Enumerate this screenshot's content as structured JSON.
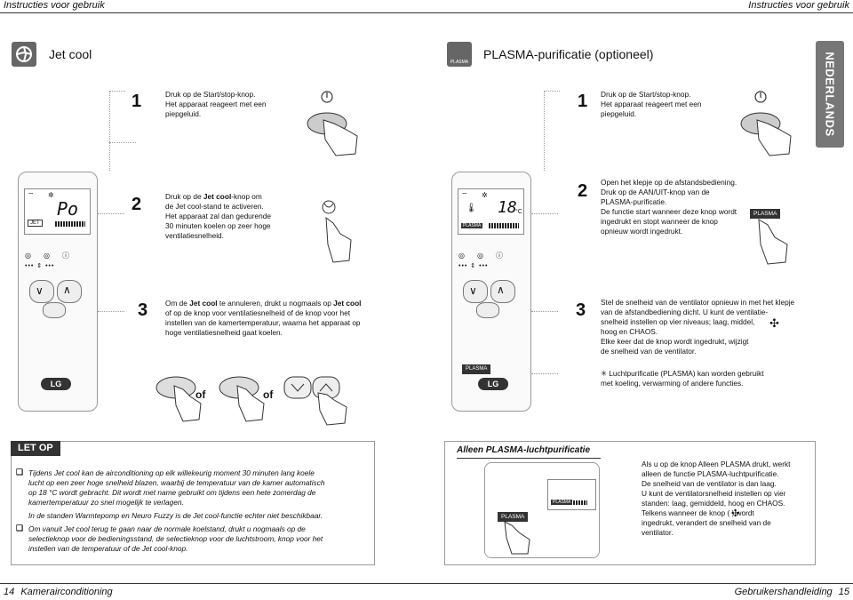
{
  "header": {
    "left": "Instructies voor gebruik",
    "right": "Instructies voor gebruik"
  },
  "side_tab": "NEDERLANDS",
  "jetcool": {
    "title": "Jet cool",
    "lcd_text": "Po",
    "lcd_tag": "JET",
    "step1_num": "1",
    "step1_lines": [
      "Druk op de Start/stop-knop.",
      "Het apparaat reageert met een",
      "piepgeluid."
    ],
    "step2_num": "2",
    "step2_line1_pre": "Druk op de ",
    "step2_line1_bold": "Jet cool",
    "step2_line1_post": "-knop om",
    "step2_lines": [
      "de Jet cool-stand te activeren.",
      "Het apparaat zal dan gedurende",
      "30 minuten koelen op zeer hoge",
      "ventilatiesnelheid."
    ],
    "step3_num": "3",
    "step3_line1_pre": "Om de ",
    "step3_line1_bold1": "Jet cool",
    "step3_line1_mid": " te annuleren, drukt u nogmaals op ",
    "step3_line1_bold2": "Jet cool",
    "step3_lines": [
      "of op de knop voor ventilatiesnelheid of de knop voor het",
      "instellen van de kamertemperatuur, waarna het apparaat op",
      "hoge ventilatiesnelheid gaat koelen."
    ],
    "of1": "of",
    "of2": "of",
    "brand": "LG"
  },
  "plasma": {
    "title": "PLASMA-purificatie (optioneel)",
    "icon_label": "PLASMA",
    "lcd_text": "18",
    "lcd_unit": "°C",
    "lcd_tag": "PLASMA",
    "step1_num": "1",
    "step1_lines": [
      "Druk op de Start/stop-knop.",
      "Het apparaat reageert met een",
      "piepgeluid."
    ],
    "step2_num": "2",
    "step2_lines": [
      "Open het klepje op de afstandsbediening.",
      "Druk op de AAN/UIT-knop van de",
      "PLASMA-purificatie.",
      "De functie start wanneer deze knop wordt",
      "ingedrukt en stopt wanneer de knop",
      "opnieuw wordt ingedrukt."
    ],
    "step2_button": "PLASMA",
    "step3_num": "3",
    "step3_lines": [
      "Stel de snelheid van de ventilator opnieuw in met het klepje",
      "van de afstandbediening dicht. U kunt de ventilatie-",
      "snelheid instellen op vier niveaus; laag, middel,",
      "hoog en CHAOS.",
      "Elke keer dat de knop wordt ingedrukt, wijzigt",
      "de snelheid van de ventilator."
    ],
    "step3_note_lines": [
      "✳ Luchtpurificatie (PLASMA) kan worden gebruikt",
      "met koeling, verwarming of andere functies."
    ],
    "remote_tag": "PLASMA",
    "brand": "LG"
  },
  "letop": {
    "title": "LET OP",
    "bullet1_lines": [
      "Tijdens Jet cool kan de airconditioning op elk willekeurig moment 30 minuten lang koele",
      "lucht op een zeer hoge snelheid blazen, waarbij de temperatuur van de kamer automatisch",
      "op 18 °C wordt gebracht. Dit wordt met name gebruikt om tijdens een hete zomerdag de",
      "kamertemperatuur zo snel mogelijk te verlagen."
    ],
    "bullet1_extra": "In de standen Warmtepomp en Neuro Fuzzy is de Jet cool-functie echter niet beschikbaar.",
    "bullet2_lines": [
      "Om vanuit Jet cool terug te gaan naar de normale koelstand, drukt u nogmaals op de",
      "selectieknop voor de bedieningsstand, de selectieknop voor de luchtstroom, knop voor het",
      "instellen van de temperatuur of de Jet cool-knop."
    ],
    "bullet_glyph": "❏"
  },
  "alleen": {
    "title": "Alleen PLASMA-luchtpurificatie",
    "button_label": "PLASMA",
    "lcd_tag": "PLASMA",
    "lines": [
      "Als u op de knop Alleen PLASMA drukt, werkt",
      "alleen de functie PLASMA-luchtpurificatie.",
      "De snelheid van de ventilator is dan laag.",
      "U kunt de ventilatorsnelheid instellen op vier",
      "standen: laag, gemiddeld, hoog en CHAOS.",
      "Telkens wanneer de knop (   ) wordt",
      "ingedrukt, verandert de snelheid van de",
      "ventilator."
    ]
  },
  "footer": {
    "left_num": "14",
    "left_text": "Kamerairconditioning",
    "right_text": "Gebruikershandleiding",
    "right_num": "15"
  }
}
